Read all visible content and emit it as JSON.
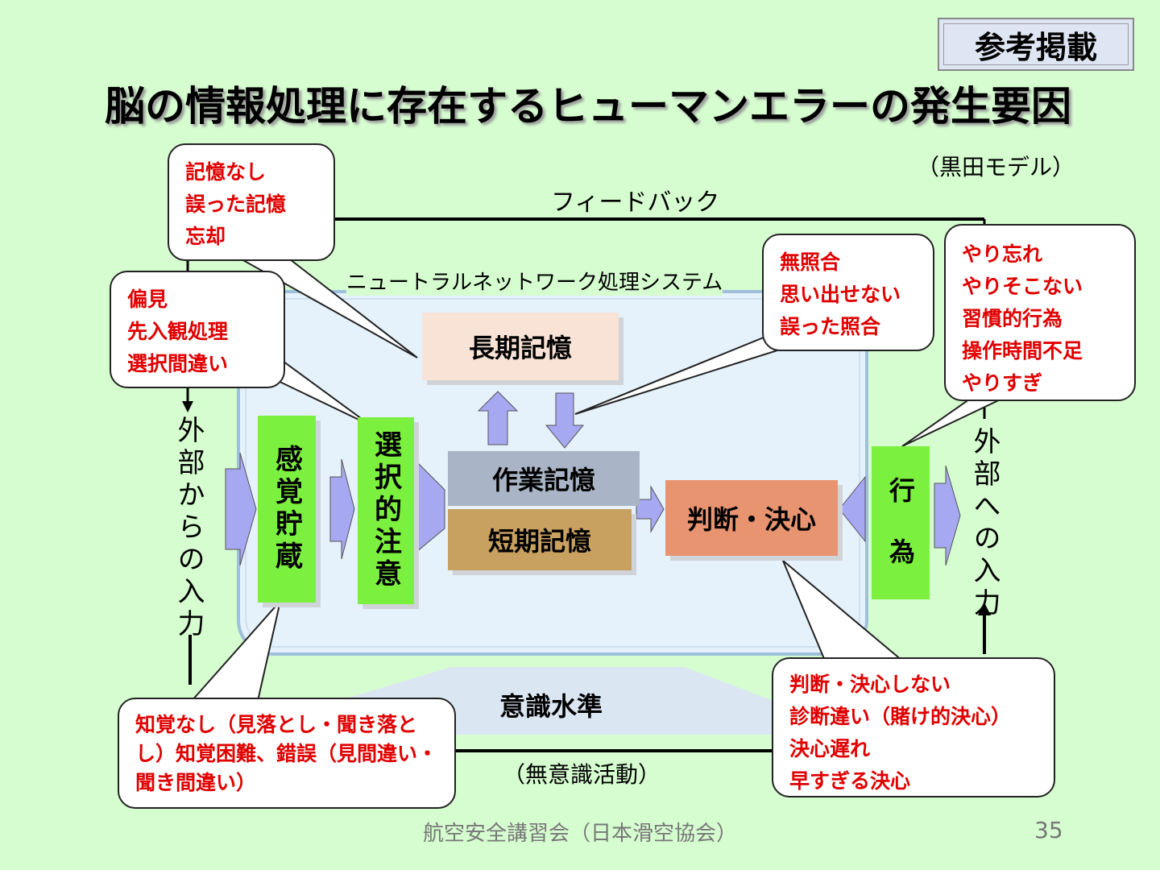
{
  "badge": "参考掲載",
  "title": "脳の情報処理に存在するヒューマンエラーの発生要因",
  "model_note": "（黒田モデル）",
  "feedback_label": "フィードバック",
  "system_label": "ニュートラルネットワーク処理システム",
  "input_label": "外部からの入力",
  "output_label": "外部への入力",
  "boxes": {
    "sensory": "感覚貯蔵",
    "attention": "選択的注意",
    "longterm": "長期記憶",
    "working": "作業記憶",
    "shortterm": "短期記憶",
    "decision": "判断・決心",
    "action": "行　為"
  },
  "consciousness": "意識水準",
  "unconscious": "（無意識活動）",
  "callouts": {
    "memory": [
      "記憶なし",
      "誤った記憶",
      "忘却"
    ],
    "bias": [
      "偏見",
      "先入観処理",
      "選択間違い"
    ],
    "matching": [
      "無照合",
      "思い出せない",
      "誤った照合"
    ],
    "action": [
      "やり忘れ",
      "やりそこない",
      "習慣的行為",
      "操作時間不足",
      "やりすぎ"
    ],
    "perception": [
      "知覚なし（見落とし・聞き落とし）知覚困難、錯誤（見間違い・聞き間違い）"
    ],
    "decision": [
      "判断・決心しない",
      "診断違い（賭け的決心）",
      "決心遅れ",
      "早すぎる決心"
    ]
  },
  "colors": {
    "background": "#d6fdd0",
    "green_box": "#7cf03e",
    "long_term": "#f8e3d6",
    "working": "#a9b5c6",
    "short_term": "#c8a060",
    "decision": "#e89470",
    "arrow": "#a6a8f2",
    "callout_text": "#e00000"
  },
  "footer": "航空安全講習会（日本滑空協会）",
  "page_number": "35"
}
